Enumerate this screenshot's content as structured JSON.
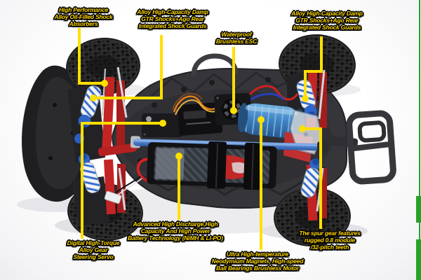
{
  "callouts": [
    {
      "id": "front-shock-absorbers",
      "text": "High Performance\nAlloy Oil-Filled Shock\nAbsorbers"
    },
    {
      "id": "front-shock-guards",
      "text": "Alloy High-Capacity Damp\nGTR Shocks+Ago Rear\nIntegrated Shock Guards"
    },
    {
      "id": "waterproof-esc",
      "text": "Waterproof\nBrushless ESC"
    },
    {
      "id": "rear-shock-guards",
      "text": "Alloy High-Capacity Damp\nGTR Shocks+Ago Rear\nIntegrated Shock Guards"
    },
    {
      "id": "steering-servo",
      "text": "Digital High-Torque\nAlloy Gear\nSteering Servo"
    },
    {
      "id": "battery-technology",
      "text": "Advanced High Discharge,High\nCapacity And High Power\nBattery Technology (NiMH & LI-PO)"
    },
    {
      "id": "brushless-motor",
      "text": "Ultra High-temperature\nNeodymium Magnets, High-speed\nBall Bearings Brushless Motor"
    },
    {
      "id": "spur-gear",
      "text": "The spur gear features\nrugged 0.8 module\n/32-pitch teeth"
    }
  ],
  "colors": {
    "callout_yellow": "#FFDF00",
    "chassis_red": "#C32424",
    "anodized_blue": "#3E86CC",
    "edge_green": "#26A226"
  }
}
